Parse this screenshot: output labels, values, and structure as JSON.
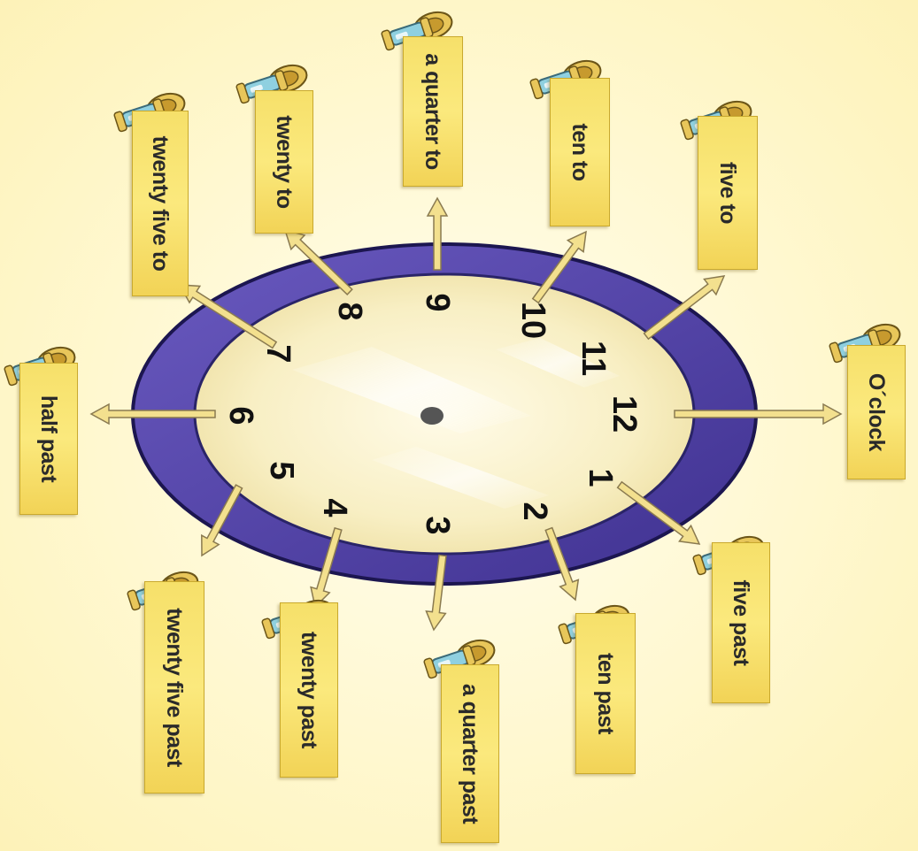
{
  "clock": {
    "numerals": [
      "1",
      "2",
      "3",
      "4",
      "5",
      "6",
      "7",
      "8",
      "9",
      "10",
      "11",
      "12"
    ],
    "colors": {
      "rim": "#5a4aa8",
      "face": "#fbf3cf",
      "arrow": "#f3e08e",
      "label": "#f8e274"
    }
  },
  "labels": {
    "oclock": "O´clock",
    "five_past": "five past",
    "ten_past": "ten past",
    "quarter_past": "a quarter past",
    "twenty_past": "twenty past",
    "twenty_five_past": "twenty five past",
    "half_past": "half past",
    "twenty_five_to": "twenty five to",
    "twenty_to": "twenty to",
    "quarter_to": "a quarter to",
    "ten_to": "ten to",
    "five_to": "five to"
  },
  "decoration_icon": "hourglass-icon"
}
